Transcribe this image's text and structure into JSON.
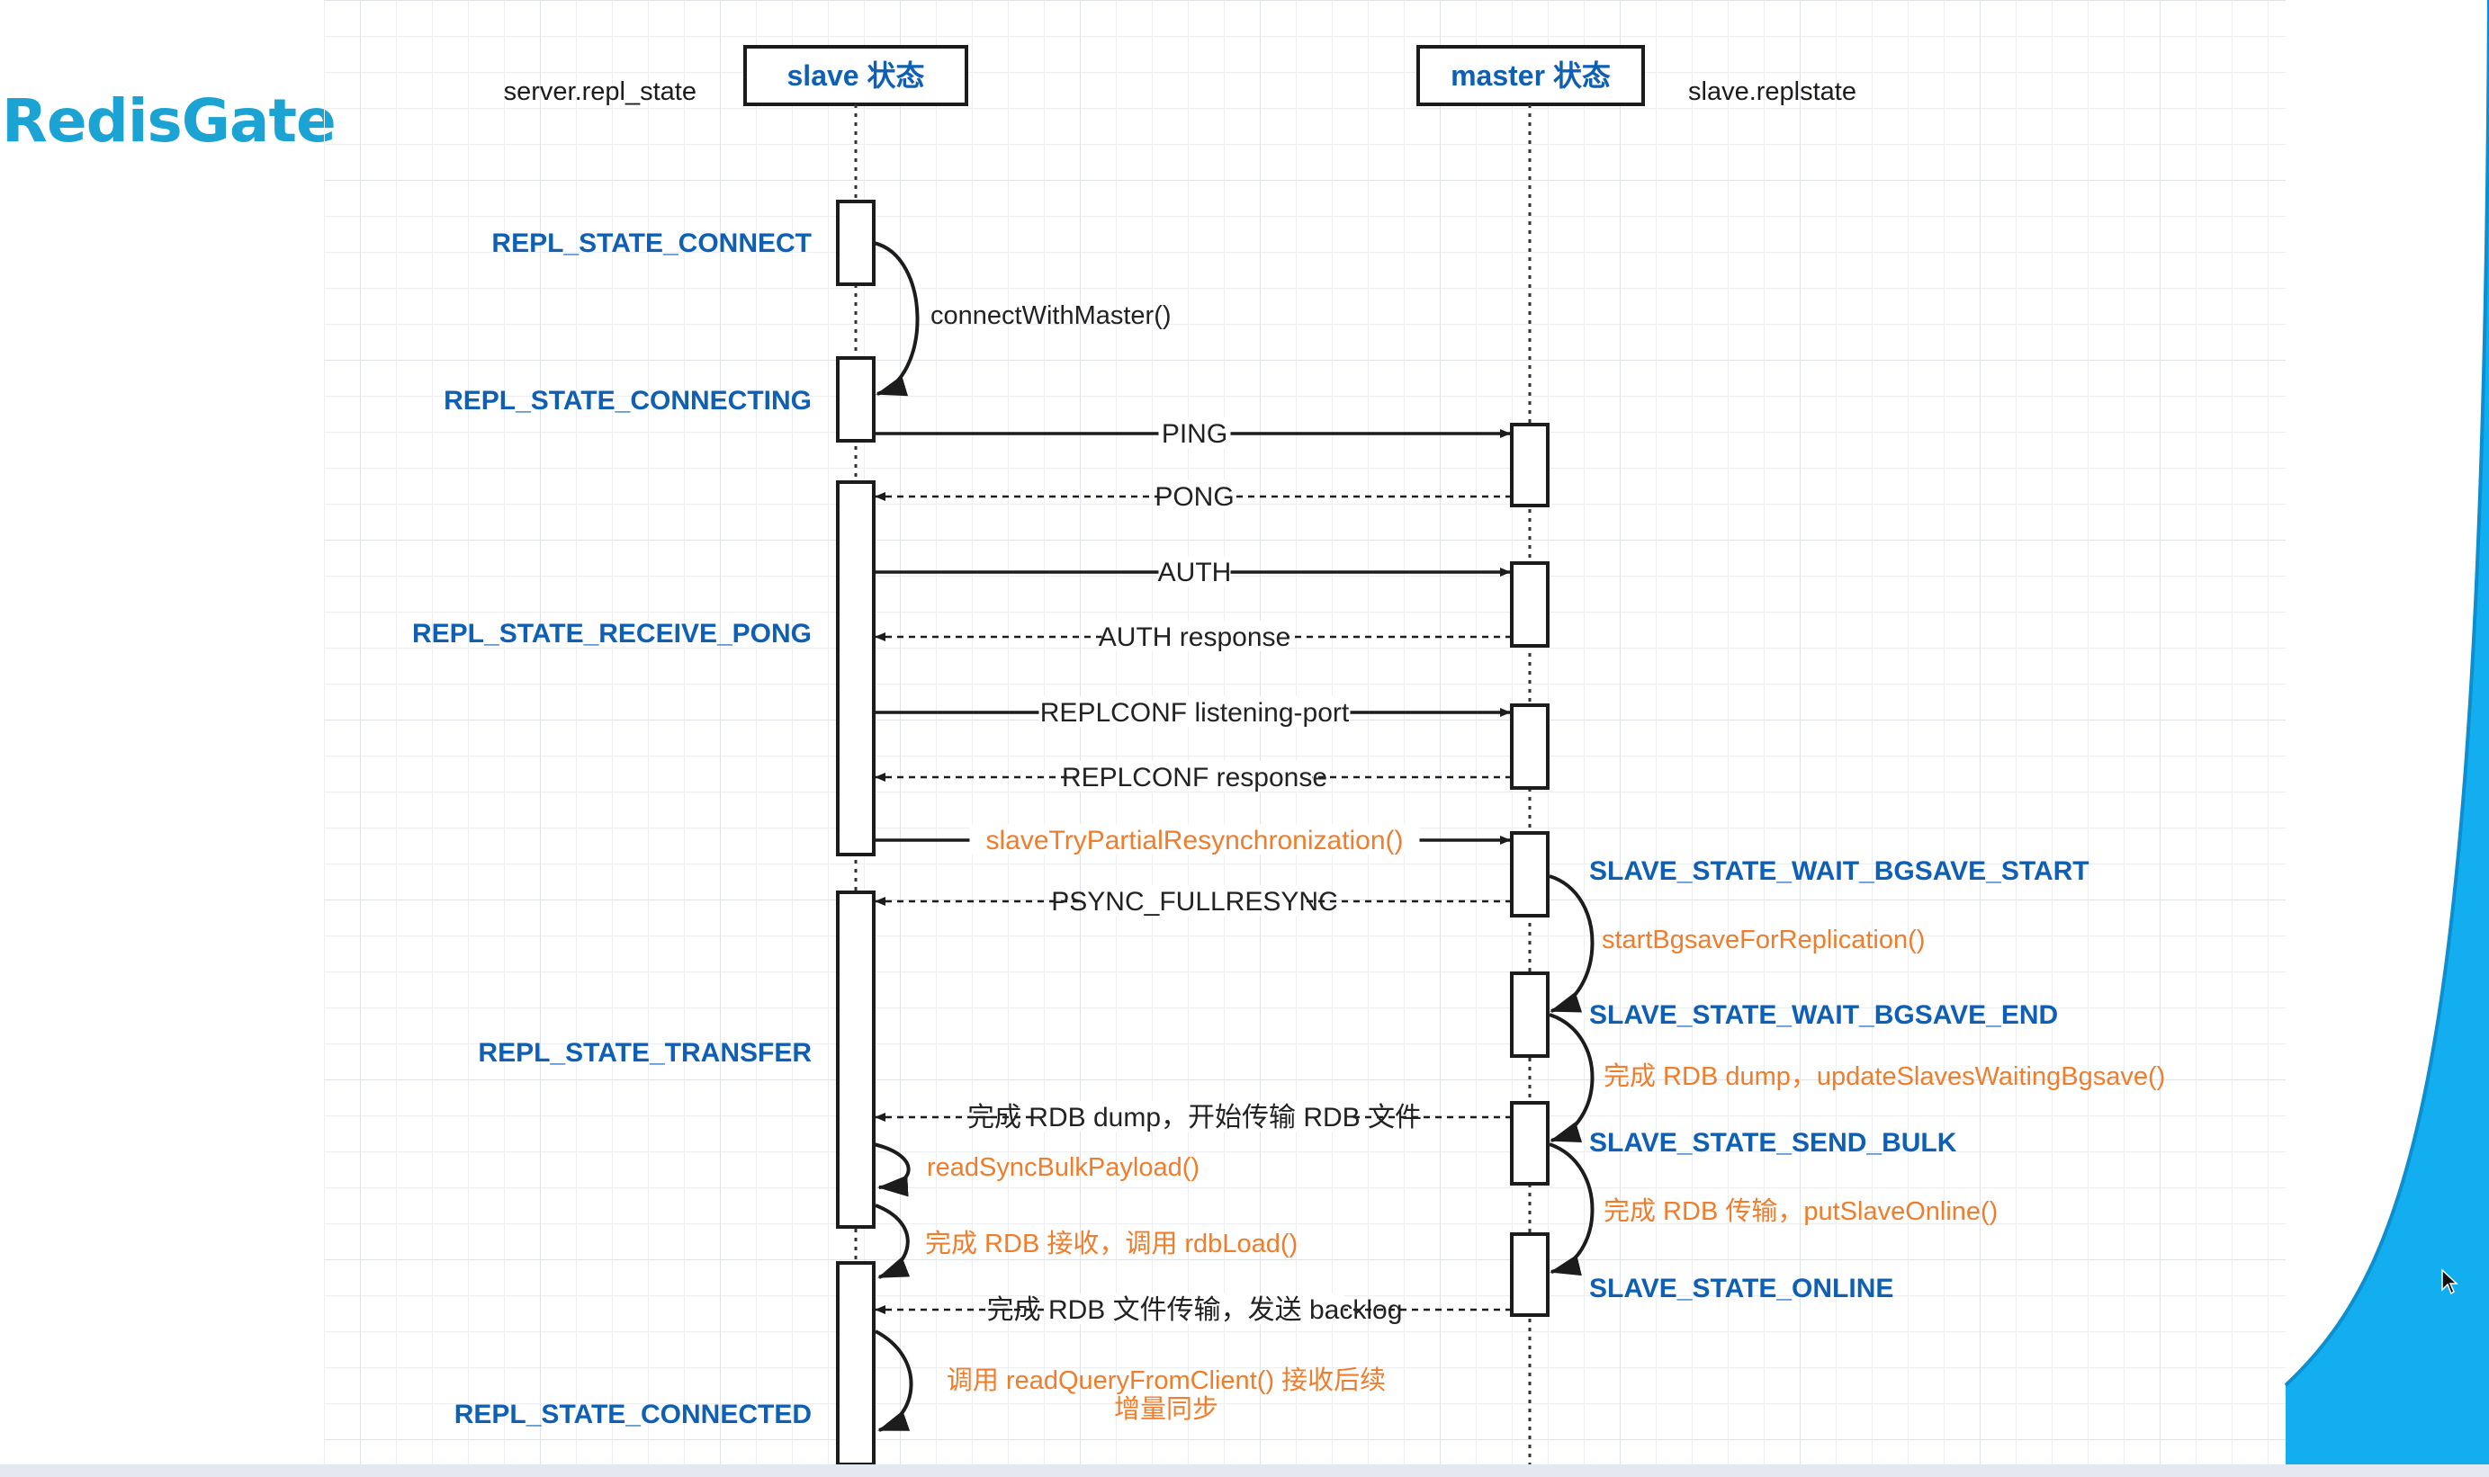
{
  "brand": "RedisGate",
  "colors": {
    "state": "#0f5fb4",
    "method": "#ef7d2c",
    "message": "#222222",
    "accent": "#13aef0"
  },
  "lifelines": {
    "slave_title": "slave 状态",
    "master_title": "master 状态",
    "slave_var": "server.repl_state",
    "master_var": "slave.replstate"
  },
  "slave_states": [
    "REPL_STATE_CONNECT",
    "REPL_STATE_CONNECTING",
    "REPL_STATE_RECEIVE_PONG",
    "REPL_STATE_TRANSFER",
    "REPL_STATE_CONNECTED"
  ],
  "master_states": [
    "SLAVE_STATE_WAIT_BGSAVE_START",
    "SLAVE_STATE_WAIT_BGSAVE_END",
    "SLAVE_STATE_SEND_BULK",
    "SLAVE_STATE_ONLINE"
  ],
  "messages": [
    {
      "label": "PING",
      "dir": "to_master",
      "dashed": false,
      "color": "message"
    },
    {
      "label": "PONG",
      "dir": "to_slave",
      "dashed": true,
      "color": "message"
    },
    {
      "label": "AUTH",
      "dir": "to_master",
      "dashed": false,
      "color": "message"
    },
    {
      "label": "AUTH response",
      "dir": "to_slave",
      "dashed": true,
      "color": "message"
    },
    {
      "label": "REPLCONF listening-port",
      "dir": "to_master",
      "dashed": false,
      "color": "message"
    },
    {
      "label": "REPLCONF response",
      "dir": "to_slave",
      "dashed": true,
      "color": "message"
    },
    {
      "label": "slaveTryPartialResynchronization()",
      "dir": "to_master",
      "dashed": false,
      "color": "method"
    },
    {
      "label": "PSYNC_FULLRESYNC",
      "dir": "to_slave",
      "dashed": true,
      "color": "message"
    },
    {
      "label": "完成 RDB dump，开始传输 RDB 文件",
      "dir": "to_slave",
      "dashed": true,
      "color": "message"
    },
    {
      "label": "完成 RDB 文件传输，发送 backlog",
      "dir": "to_slave",
      "dashed": true,
      "color": "message"
    }
  ],
  "self_calls": {
    "connect": "connectWithMaster()",
    "bgsave": "startBgsaveForReplication()",
    "dump": "完成 RDB dump，updateSlavesWaitingBgsave()",
    "transfer_done": "完成 RDB 传输，putSlaveOnline()",
    "read_bulk": "readSyncBulkPayload()",
    "rdb_load": "完成 RDB 接收，调用 rdbLoad()",
    "read_query": [
      "调用 readQueryFromClient() 接收后续",
      "增量同步"
    ]
  }
}
